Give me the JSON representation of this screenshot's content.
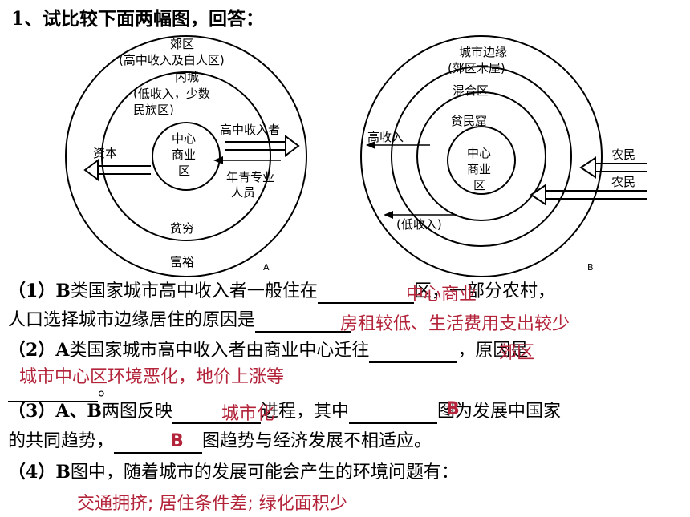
{
  "question_title": "1、试比较下面两幅图，回答：",
  "diagram_a": {
    "tag": "A",
    "ring_outer_label_1": "郊区",
    "ring_outer_label_2": "(高中收入及白人区)",
    "ring_inner_label_1": "内城",
    "ring_inner_label_2": "(低收入，少数",
    "ring_inner_label_3": "民族区)",
    "center_1": "中心",
    "center_2": "商业",
    "center_3": "区",
    "arrow_out_label": "高中收入者",
    "arrow_in_label_1": "年青专业",
    "arrow_in_label_2": "人员",
    "capital_label": "资本",
    "poor_label": "贫穷",
    "rich_label": "富裕"
  },
  "diagram_b": {
    "tag": "B",
    "edge_label_1": "城市边缘",
    "edge_label_2": "(郊区木屋)",
    "mixed_label": "混合区",
    "slum_label": "贫民窟",
    "high_income_label": "高收入",
    "low_income_label": "(低收入)",
    "center_1": "中心",
    "center_2": "商业",
    "center_3": "区",
    "farmer_label_1": "农民",
    "farmer_label_2": "农民"
  },
  "q1": {
    "line1_a": "（1）",
    "line1_b": "B",
    "line1_c": "类国家城市高中收入者一般住在",
    "line1_d": "区，一部分农村，",
    "line2": "人口选择城市边缘居住的原因是",
    "ans1": "中心商业",
    "ans2": "房租较低、生活费用支出较少"
  },
  "q2": {
    "line1_a": "（2）",
    "line1_b": "A",
    "line1_c": "类国家城市高中收入者由商业中心迁往",
    "line1_d": "，原因是",
    "ans1": "郊区",
    "ans2": "城市中心区环境恶化，地价上涨等",
    "tail": "。"
  },
  "q3": {
    "line1_a": "（3）",
    "line1_b": "A、B",
    "line1_c": "两图反映",
    "line1_d": "进程，其中",
    "line1_e": "图为发展中国家",
    "line2_a": "的共同趋势，",
    "line2_b": "图趋势与经济发展不相适应。",
    "ans1": "城市化",
    "ans2": "B",
    "ans3": "B"
  },
  "q4": {
    "line1_a": "（4）",
    "line1_b": "B",
    "line1_c": "图中，随着城市的发展可能会产生的环境问题有：",
    "ans": "交通拥挤; 居住条件差; 绿化面积少"
  }
}
